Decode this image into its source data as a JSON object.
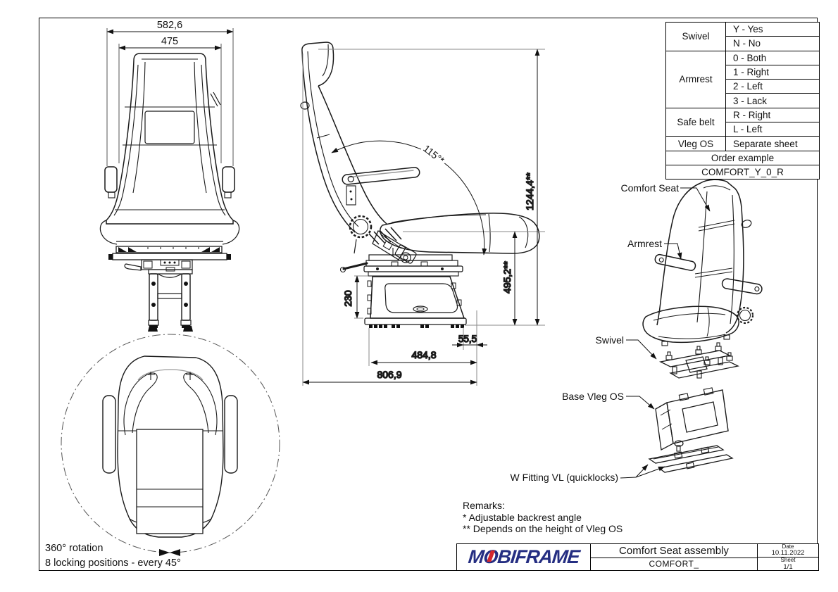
{
  "front_view": {
    "dim_width_outer": "582,6",
    "dim_width_inner": "475"
  },
  "side_view": {
    "dim_angle": "115°*",
    "dim_total_height": "1244,4**",
    "dim_seat_height": "495,2**",
    "dim_base_height": "230",
    "dim_offset": "55,5",
    "dim_base_length": "484,8",
    "dim_total_length": "806,9"
  },
  "rotation_view": {
    "line1": "360°  rotation",
    "line2": "8 locking positions - every 45°"
  },
  "exploded_view": {
    "label_seat": "Comfort Seat",
    "label_armrest": "Armrest",
    "label_swivel": "Swivel",
    "label_base": "Base Vleg OS",
    "label_fitting": "W Fitting VL (quicklocks)"
  },
  "options_table": {
    "groups": [
      {
        "label": "Swivel",
        "options": [
          "Y - Yes",
          "N - No"
        ]
      },
      {
        "label": "Armrest",
        "options": [
          "0 - Both",
          "1 - Right",
          "2 - Left",
          "3 - Lack"
        ]
      },
      {
        "label": "Safe belt",
        "options": [
          "R - Right",
          "L - Left"
        ]
      },
      {
        "label": "Vleg OS",
        "options": [
          "Separate sheet"
        ]
      }
    ],
    "order_example_label": "Order example",
    "order_example_code": "COMFORT_Y_0_R"
  },
  "remarks": {
    "title": "Remarks:",
    "note1": "* Adjustable backrest angle",
    "note2": "** Depends on the height of Vleg OS"
  },
  "title_block": {
    "logo_part1": "M",
    "logo_part2": "O",
    "logo_part3": "BIFRAME",
    "drawing_title": "Comfort Seat assembly",
    "drawing_code": "COMFORT_",
    "date_label": "Date",
    "date_value": "10.11.2022",
    "sheet_label": "Sheet",
    "sheet_value": "1/1"
  },
  "colors": {
    "line": "#1a1a1a",
    "aux": "#8a8a8a",
    "logo_blue": "#252e82",
    "logo_red": "#d5282d"
  }
}
